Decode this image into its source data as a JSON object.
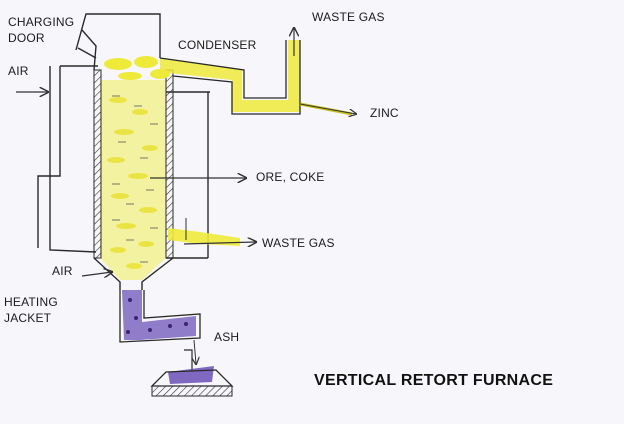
{
  "title": "VERTICAL RETORT FURNACE",
  "labels": {
    "charging_door": "CHARGING DOOR",
    "air_top": "AIR",
    "air_bottom": "AIR",
    "heating_jacket": "HEATING JACKET",
    "waste_gas_top": "WASTE GAS",
    "condenser": "CONDENSER",
    "zinc": "ZINC",
    "ore_coke": "ORE, COKE",
    "waste_gas_mid": "WASTE GAS",
    "ash": "ASH"
  },
  "colors": {
    "ink": "#2a2a2a",
    "ore_fill": "#f3f2a0",
    "gas_yellow": "#eeea3a",
    "ash_purple": "#5b3f9c",
    "background": "#f7f7fb"
  }
}
